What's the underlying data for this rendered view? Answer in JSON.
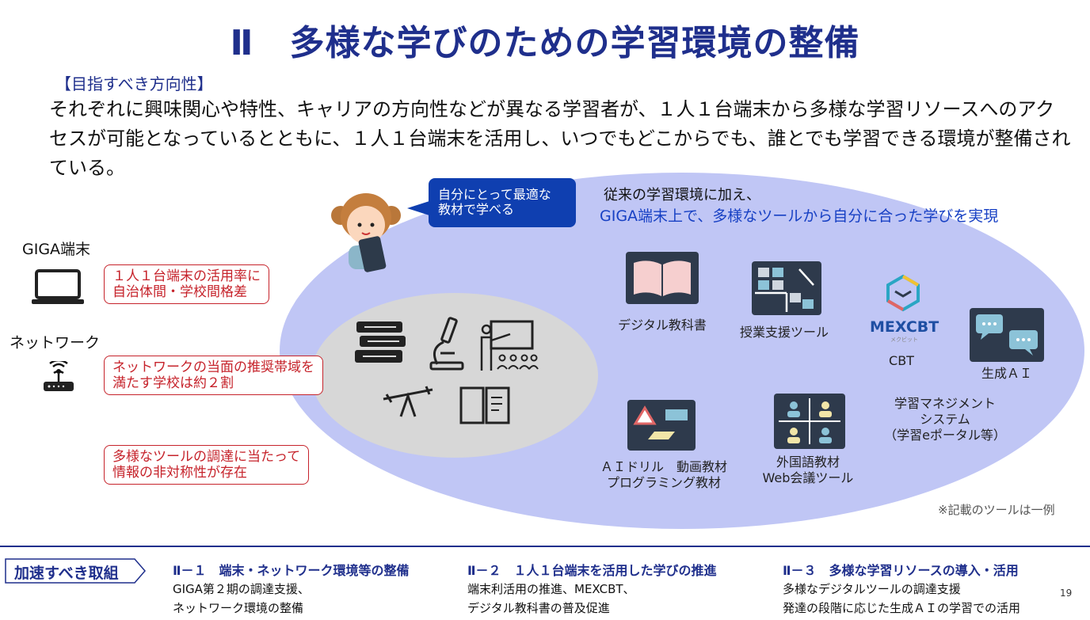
{
  "title": "Ⅱ　多様な学びのための学習環境の整備",
  "direction": {
    "heading": "【目指すべき方向性】",
    "text": "それぞれに興味関心や特性、キャリアの方向性などが異なる学習者が、１人１台端末から多様な学習リソースへのアクセスが可能となっているとともに、１人１台端末を活用し、いつでもどこからでも、誰とでも学習できる環境が整備されている。"
  },
  "left": {
    "giga_label": "GIGA端末",
    "network_label": "ネットワーク",
    "issues": [
      "１人１台端末の活用率に\n自治体間・学校間格差",
      "ネットワークの当面の推奨帯域を\n満たす学校は約２割",
      "多様なツールの調達に当たって\n情報の非対称性が存在"
    ]
  },
  "bubble": {
    "text": "自分にとって最適な\n教材で学べる"
  },
  "intro": {
    "line1": "従来の学習環境に加え、",
    "line2": "GIGA端末上で、多様なツールから自分に合った学びを実現"
  },
  "tools": {
    "digital_textbook": "デジタル教科書",
    "class_support": "授業支援ツール",
    "mexcbt_logo": "MEXCBT",
    "mexcbt_sub": "メクビット",
    "cbt": "CBT",
    "gen_ai": "生成ＡＩ",
    "drill": "ＡＩドリル　動画教材\nプログラミング教材",
    "foreign_lang": "外国語教材\nWeb会議ツール",
    "lms": "学習マネジメント\nシステム\n（学習eポータル等）"
  },
  "note": "※記載のツールは一例",
  "accel": {
    "label": "加速すべき取組",
    "columns": [
      {
        "heading": "Ⅱ－１　端末・ネットワーク環境等の整備",
        "lines": [
          "GIGA第２期の調達支援、",
          "ネットワーク環境の整備"
        ]
      },
      {
        "heading": "Ⅱ－２　１人１台端末を活用した学びの推進",
        "lines": [
          "端末利活用の推進、MEXCBT、",
          "デジタル教科書の普及促進"
        ]
      },
      {
        "heading": "Ⅱ－３　多様な学習リソースの導入・活用",
        "lines": [
          "多様なデジタルツールの調達支援",
          "発達の段階に応じた生成ＡＩの学習での活用"
        ]
      }
    ]
  },
  "page_number": "19",
  "colors": {
    "title": "#1f2f8c",
    "issue_red": "#c6232b",
    "bubble_blue": "#0f3fb0",
    "ellipse": "#c0c6f5"
  }
}
